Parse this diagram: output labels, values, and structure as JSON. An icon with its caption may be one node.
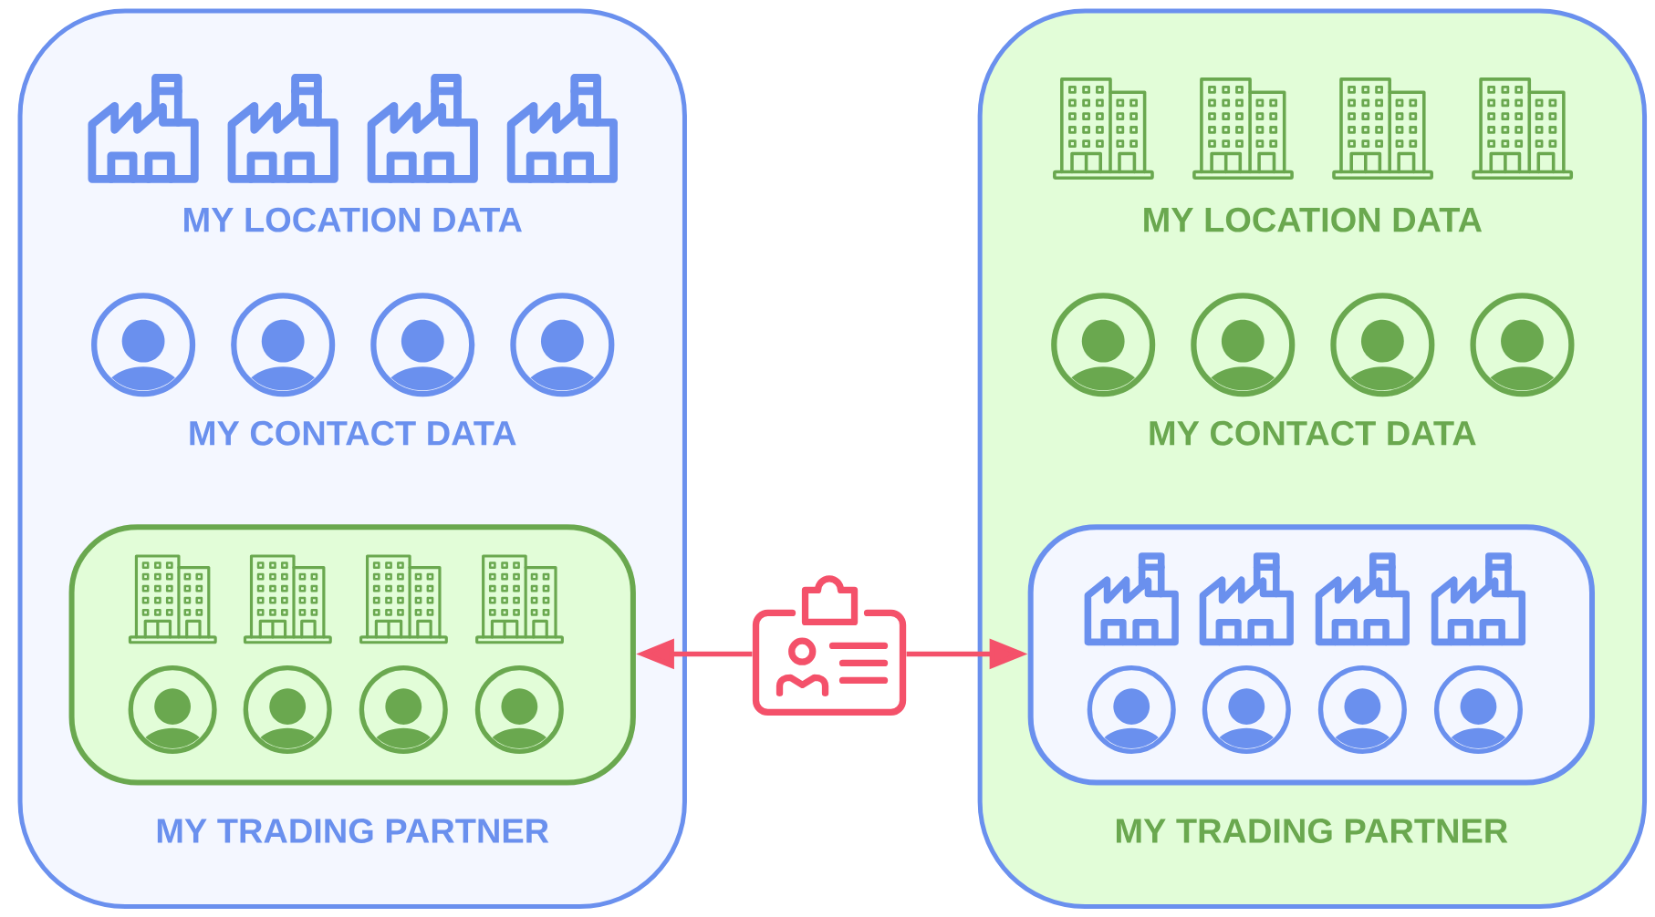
{
  "diagram": {
    "nodes": [
      {
        "text": [
          "MY LOCATION DATA",
          "MY CONTACT DATA"
        ]
      },
      {
        "text": [
          "MY TRADING PARTNER"
        ],
        "in": 0
      },
      {
        "text": [],
        "shape": "picture"
      },
      {
        "text": [
          "MY LOCATION DATA",
          "MY CONTACT DATA"
        ]
      },
      {
        "text": [
          "MY TRADING PARTNER"
        ],
        "in": 3
      }
    ],
    "edges": [
      {
        "from": 2,
        "to": 1,
        "arrow": "to"
      },
      {
        "from": 2,
        "to": 4,
        "arrow": "to"
      }
    ]
  }
}
